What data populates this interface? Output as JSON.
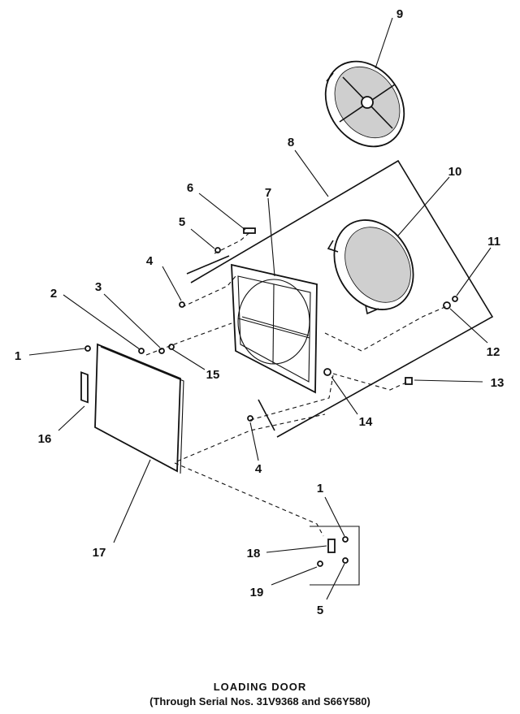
{
  "caption": {
    "title": "LOADING DOOR",
    "subtitle": "(Through Serial Nos. 31V9368 and S66Y580)"
  },
  "callouts": [
    {
      "id": "c9",
      "text": "9"
    },
    {
      "id": "c8",
      "text": "8"
    },
    {
      "id": "c10",
      "text": "10"
    },
    {
      "id": "c6",
      "text": "6"
    },
    {
      "id": "c7",
      "text": "7"
    },
    {
      "id": "c5a",
      "text": "5"
    },
    {
      "id": "c11",
      "text": "11"
    },
    {
      "id": "c4a",
      "text": "4"
    },
    {
      "id": "c2",
      "text": "2"
    },
    {
      "id": "c3",
      "text": "3"
    },
    {
      "id": "c12",
      "text": "12"
    },
    {
      "id": "c1a",
      "text": "1"
    },
    {
      "id": "c15",
      "text": "15"
    },
    {
      "id": "c13",
      "text": "13"
    },
    {
      "id": "c14",
      "text": "14"
    },
    {
      "id": "c16",
      "text": "16"
    },
    {
      "id": "c4b",
      "text": "4"
    },
    {
      "id": "c17",
      "text": "17"
    },
    {
      "id": "c1b",
      "text": "1"
    },
    {
      "id": "c18",
      "text": "18"
    },
    {
      "id": "c19",
      "text": "19"
    },
    {
      "id": "c5b",
      "text": "5"
    }
  ]
}
